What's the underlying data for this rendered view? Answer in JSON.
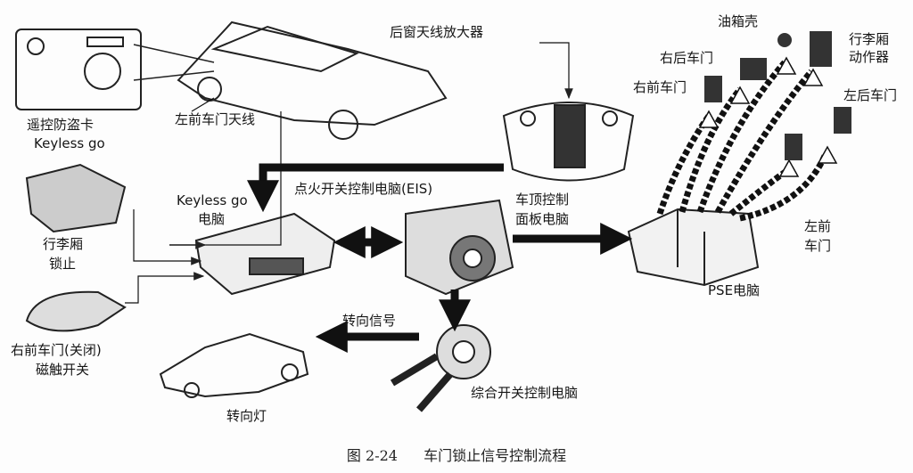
{
  "labels": {
    "rear_window_antenna_amp": "后窗天线放大器",
    "remote_card": "遥控防盗卡",
    "remote_card_sub": "Keyless go",
    "left_front_door_antenna": "左前车门天线",
    "fuel_tank": "油箱壳",
    "trunk_actuator_1": "行李厢",
    "trunk_actuator_2": "动作器",
    "right_rear_door": "右后车门",
    "right_front_door": "右前车门",
    "left_rear_door": "左后车门",
    "left_front_door_1": "左前",
    "left_front_door_2": "车门",
    "eis": "点火开关控制电脑(EIS)",
    "keyless_ecu_1": "Keyless go",
    "keyless_ecu_2": "电脑",
    "roof_panel_1": "车顶控制",
    "roof_panel_2": "面板电脑",
    "trunk_lock_1": "行李厢",
    "trunk_lock_2": "锁止",
    "pse": "PSE电脑",
    "door_switch_1": "右前车门(关闭)",
    "door_switch_2": "磁触开关",
    "turn_signal": "转向信号",
    "combo_switch": "综合开关控制电脑",
    "turn_lamp": "转向灯"
  },
  "caption": {
    "number": "图 2-24",
    "title": "车门锁止信号控制流程"
  }
}
